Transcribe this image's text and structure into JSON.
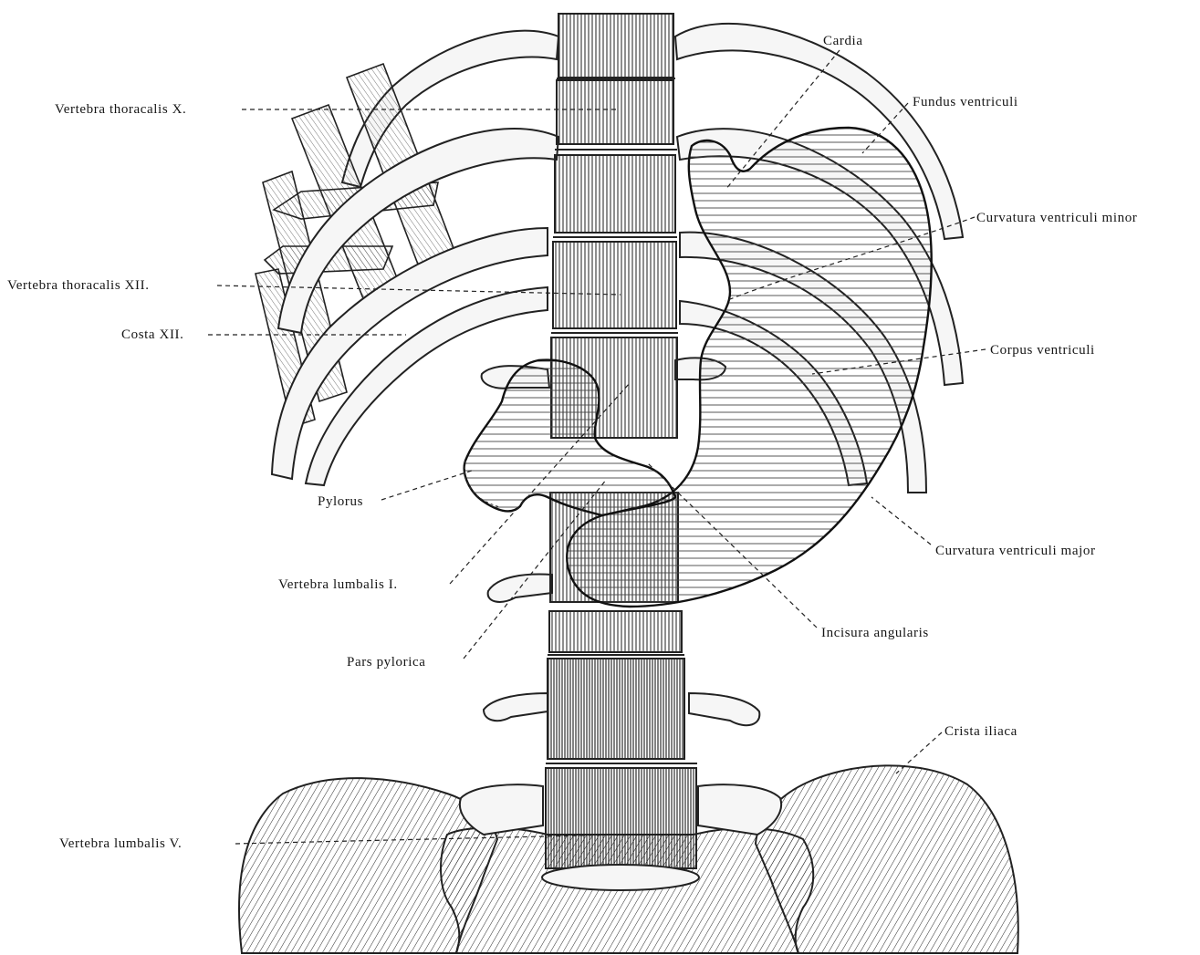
{
  "labels": {
    "cardia": "Cardia",
    "fundus": "Fundus ventriculi",
    "curv_minor": "Curvatura ventriculi minor",
    "corpus": "Corpus ventriculi",
    "curv_major": "Curvatura ventriculi major",
    "incisura": "Incisura angularis",
    "crista": "Crista iliaca",
    "vert_t10": "Vertebra thoracalis X.",
    "vert_t12": "Vertebra thoracalis XII.",
    "costa12": "Costa XII.",
    "pylorus": "Pylorus",
    "vert_l1": "Vertebra lumbalis I.",
    "pars_pylorica": "Pars pylorica",
    "vert_l5": "Vertebra lumbalis V."
  }
}
